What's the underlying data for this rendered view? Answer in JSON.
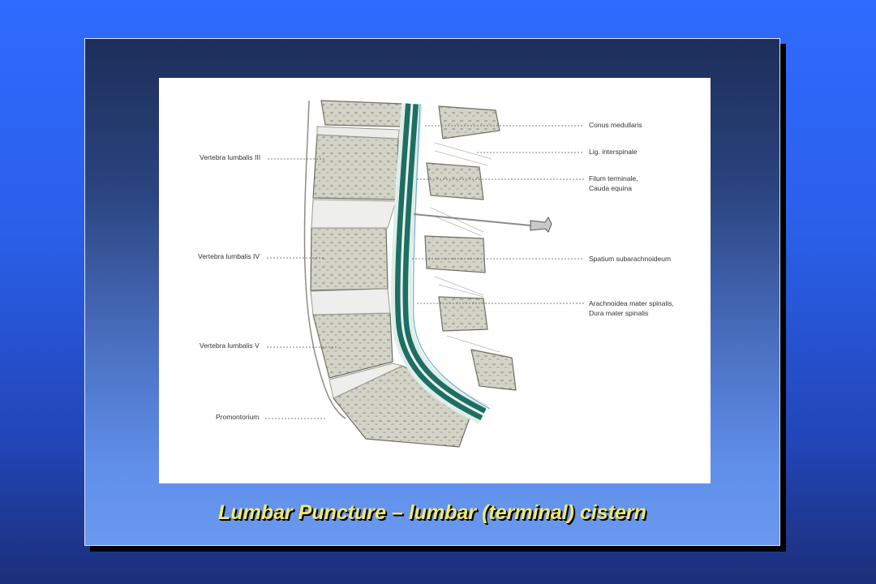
{
  "caption": "Lumbar Puncture – lumbar (terminal) cistern",
  "labels_left": [
    {
      "id": "l3",
      "text": "Vertebra lumbalis III"
    },
    {
      "id": "l4",
      "text": "Vertebra lumbalis IV"
    },
    {
      "id": "l5",
      "text": "Vertebra lumbalis V"
    },
    {
      "id": "promontorium",
      "text": "Promontorium"
    }
  ],
  "labels_right": [
    {
      "id": "conus",
      "lines": [
        "Conus medullaris"
      ]
    },
    {
      "id": "lig",
      "lines": [
        "Lig. interspinale"
      ]
    },
    {
      "id": "filum",
      "lines": [
        "Filum terminale,",
        "Cauda equina"
      ]
    },
    {
      "id": "spatium",
      "lines": [
        "Spatium subarachnoideum"
      ]
    },
    {
      "id": "arach",
      "lines": [
        "Arachnoidea mater spinalis,",
        "Dura mater spinalis"
      ]
    }
  ],
  "colors": {
    "background": "#2f6bff",
    "caption": "#f2e96b",
    "bone": "#cfcfc4",
    "canal": "#1f6e63"
  }
}
